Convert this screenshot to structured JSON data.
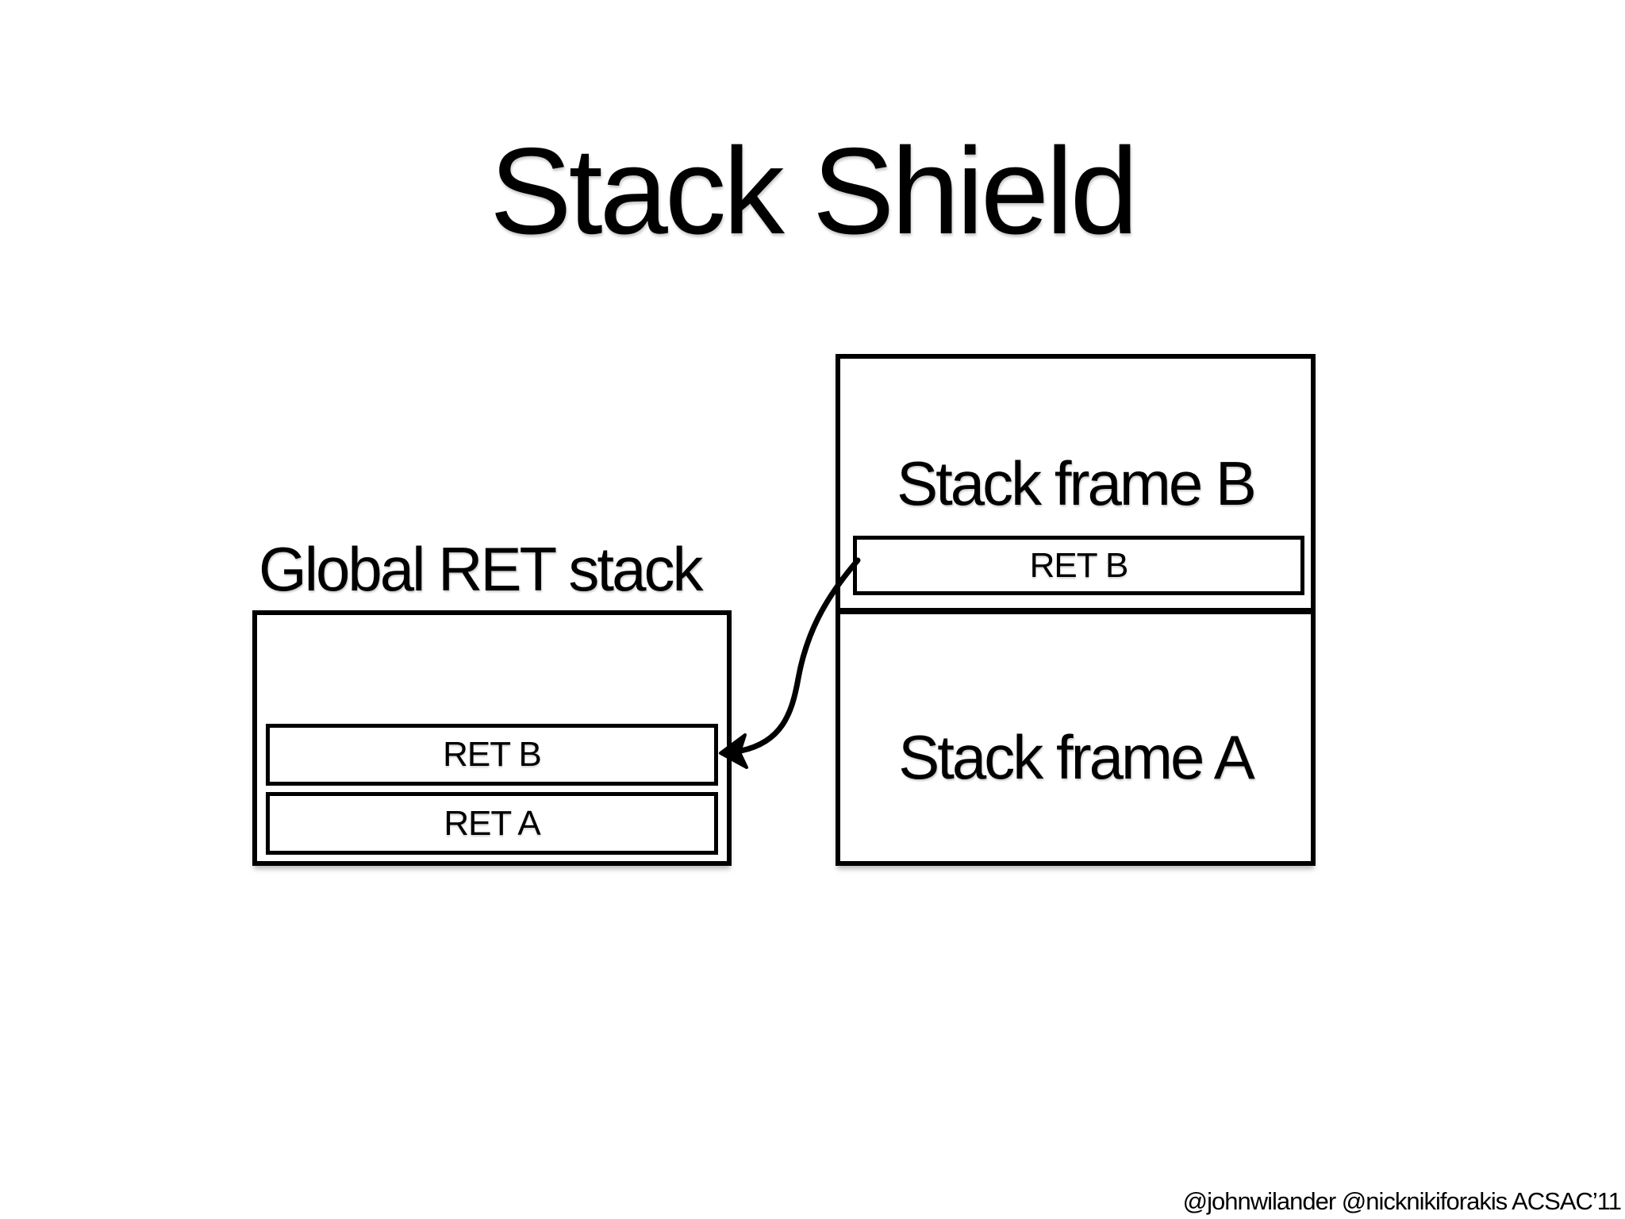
{
  "title": "Stack Shield",
  "footer": "@johnwilander @nicknikiforakis ACSAC’11",
  "global_ret_stack": {
    "label": "Global RET stack",
    "entries": [
      "RET B",
      "RET A"
    ]
  },
  "call_stack": {
    "frame_b": {
      "label": "Stack frame B",
      "ret_slot": "RET B"
    },
    "frame_a": {
      "label": "Stack frame A"
    }
  },
  "colors": {
    "background": "#ffffff",
    "ink": "#000000"
  }
}
